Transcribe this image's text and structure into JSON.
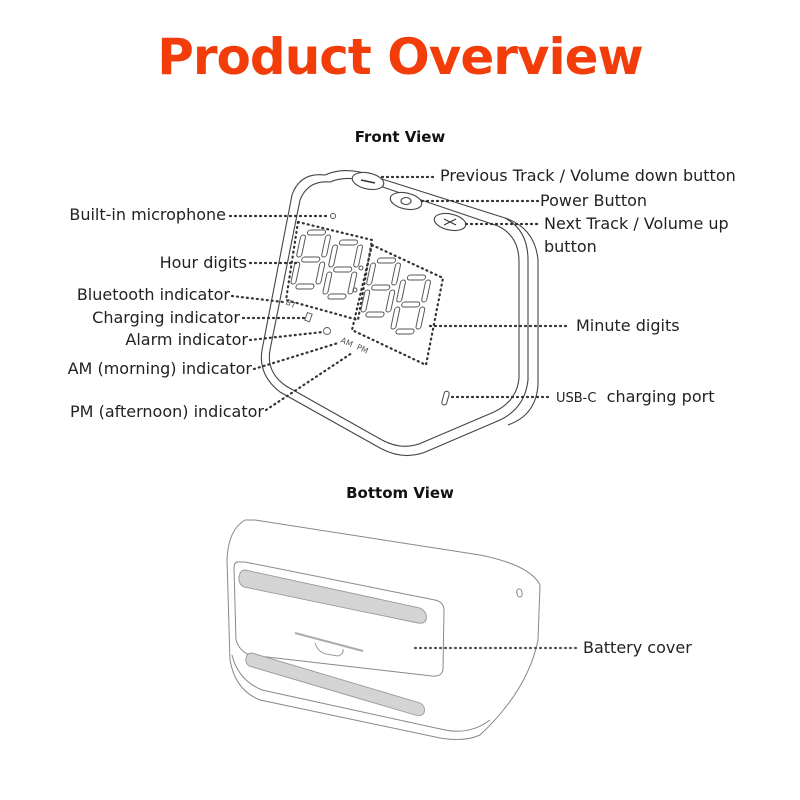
{
  "page": {
    "title": "Product Overview",
    "accent_color": "#f23d0b"
  },
  "front_view": {
    "heading": "Front View",
    "callouts": {
      "prev_track": "Previous Track / Volume down button",
      "power": "Power Button",
      "next_track_line1": "Next Track / Volume up",
      "next_track_line2": "button",
      "microphone": "Built-in microphone",
      "hour_digits": "Hour digits",
      "bluetooth": "Bluetooth indicator",
      "charging": "Charging indicator",
      "alarm": "Alarm indicator",
      "am": "AM (morning) indicator",
      "pm": "PM (afternoon) indicator",
      "minute_digits": "Minute digits",
      "usb_prefix": "USB-C",
      "usb_suffix": "charging port"
    },
    "device_markings": {
      "bt": "BT",
      "am": "AM",
      "pm": "PM"
    }
  },
  "bottom_view": {
    "heading": "Bottom View",
    "callouts": {
      "battery_cover": "Battery cover"
    }
  }
}
